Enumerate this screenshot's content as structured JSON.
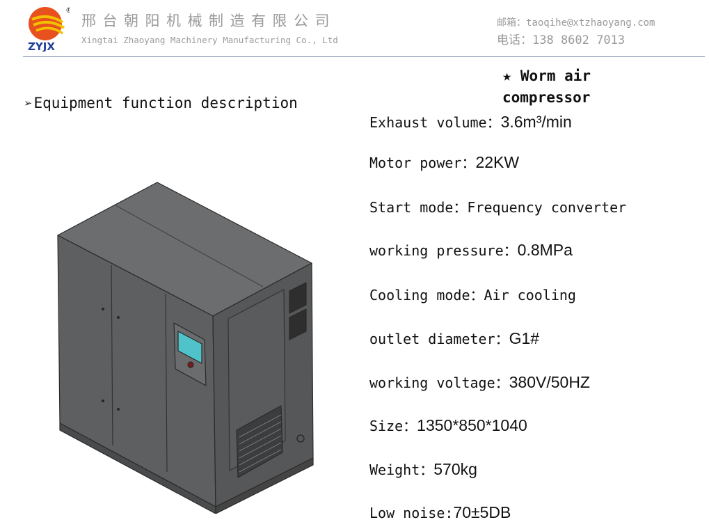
{
  "header": {
    "logo_text": "ZYJX",
    "registered_mark": "®",
    "company_cn": "邢台朝阳机械制造有限公司",
    "company_en": "Xingtai Zhaoyang Machinery Manufacturing Co., Ltd",
    "email": "邮箱：taoqihe@xtzhaoyang.com",
    "phone": "电话：138 8602 7013"
  },
  "section": {
    "title": "Equipment function description"
  },
  "product": {
    "title": "Worm air compressor"
  },
  "specs": [
    {
      "label": "Exhaust volume：",
      "value": "3.6m³/min"
    },
    {
      "label": "Motor power：",
      "value": "22KW"
    },
    {
      "label": "Start mode：",
      "value": "Frequency converter"
    },
    {
      "label": "working pressure：",
      "value": "0.8MPa"
    },
    {
      "label": "Cooling mode：",
      "value": "Air cooling"
    },
    {
      "label": "outlet diameter：",
      "value": "G1#"
    },
    {
      "label": "working voltage：",
      "value": "380V/50HZ"
    },
    {
      "label": "Size：",
      "value": "1350*850*1040"
    },
    {
      "label": "Weight：",
      "value": "570kg"
    },
    {
      "label": "Low noise:",
      "value": "70±5DB"
    }
  ],
  "colors": {
    "logo_orange": "#e8501e",
    "logo_yellow": "#f2c200",
    "logo_text": "#1f3f9a",
    "machine_body": "#5d5f60",
    "screen": "#4fc3c9",
    "header_text": "#9a9a9a",
    "rule": "#8a9bb5"
  }
}
